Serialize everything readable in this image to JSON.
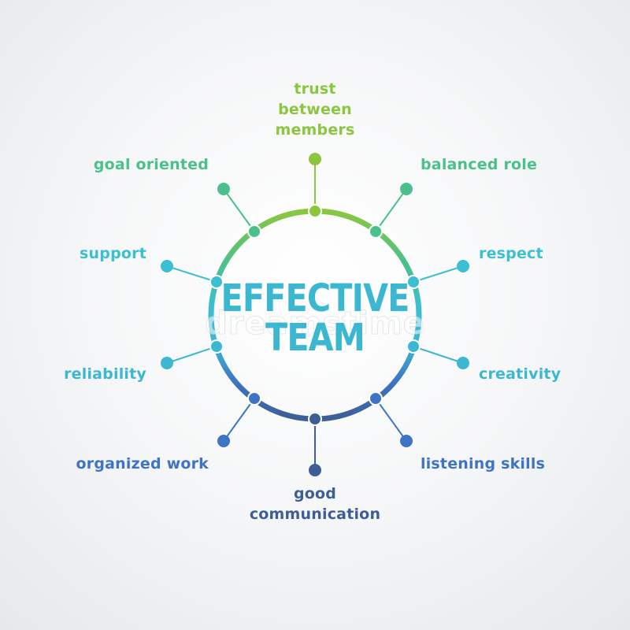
{
  "center": {
    "line1": "EFFECTIVE",
    "line2": "TEAM",
    "watermark": "dreamstime"
  },
  "colors": {
    "lime": "#8cc63f",
    "green": "#4cc08a",
    "teal": "#3cbfd0",
    "cyan": "#3cb7d2",
    "blue": "#3f74c4",
    "navy": "#3e5e96"
  },
  "labels": {
    "top": [
      "trust",
      "between",
      "members"
    ],
    "balanced_role": "balanced role",
    "goal_oriented": "goal oriented",
    "support": "support",
    "respect": "respect",
    "reliability": "reliability",
    "creativity": "creativity",
    "organized_work": "organized work",
    "listening_skills": "listening skills",
    "bottom": [
      "good",
      "communication"
    ]
  }
}
